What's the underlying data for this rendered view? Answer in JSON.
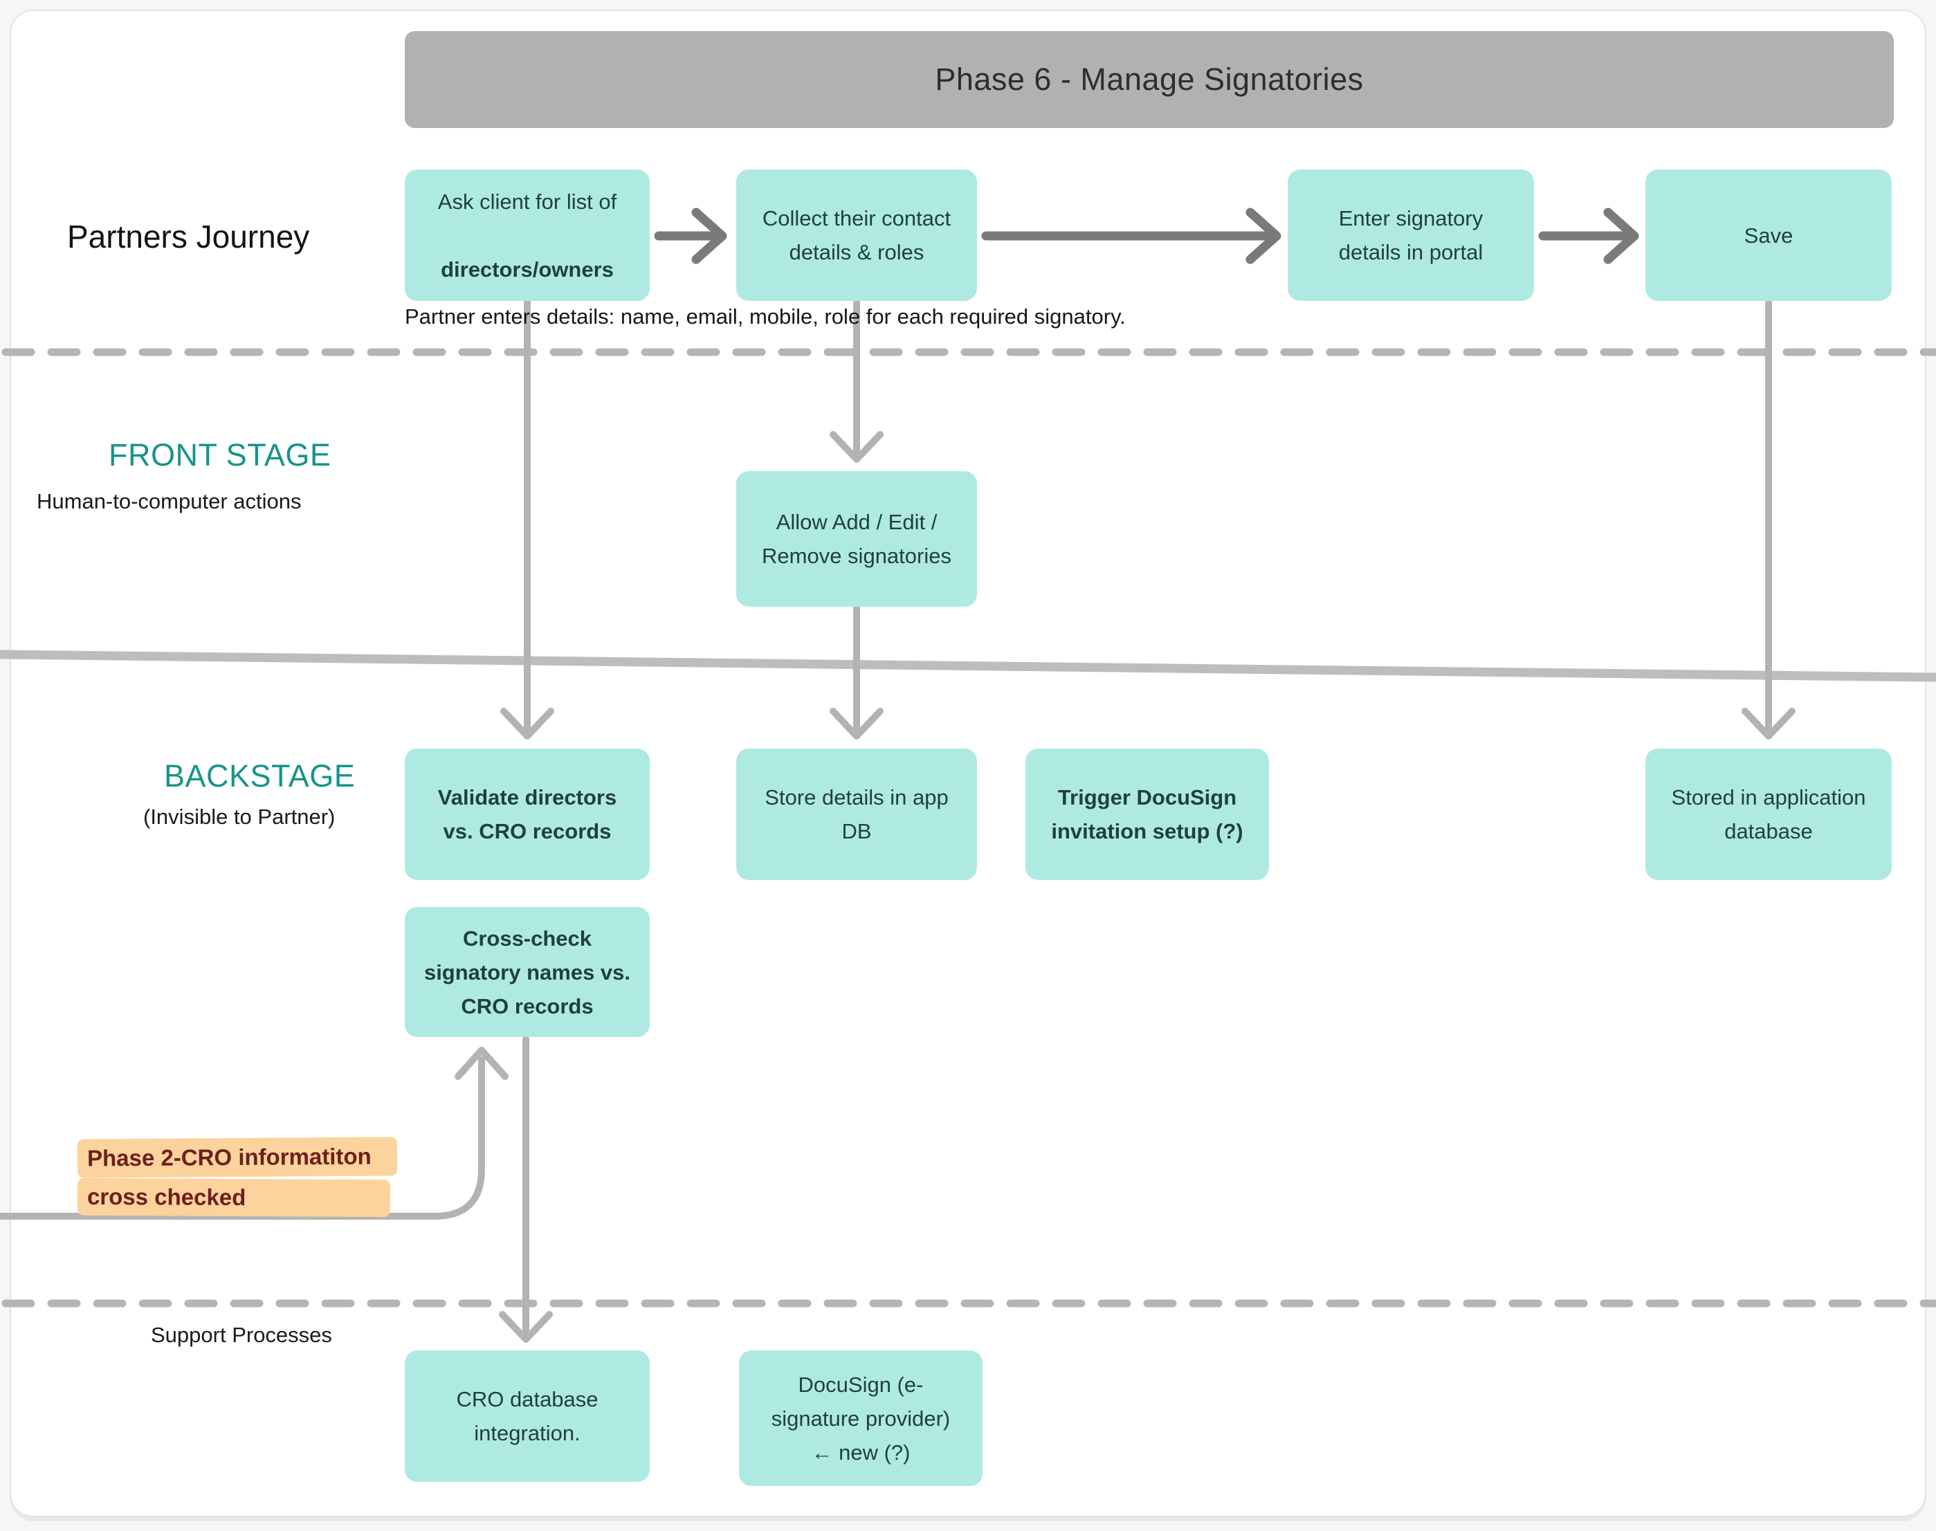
{
  "header": {
    "title": "Phase 6 -  Manage Signatories"
  },
  "lanes": {
    "partners_journey": {
      "label": "Partners Journey",
      "caption": "Partner enters details: name, email, mobile, role for each required signatory."
    },
    "front_stage": {
      "title": "FRONT STAGE",
      "subtitle": "Human-to-computer actions"
    },
    "backstage": {
      "title": "BACKSTAGE",
      "subtitle": "(Invisible to Partner)"
    },
    "support": {
      "title": "Support Processes"
    }
  },
  "nodes": {
    "ask_client": {
      "line1": "Ask client for list of",
      "line2_bold": "directors/owners"
    },
    "collect_contact": {
      "label": "Collect their contact\ndetails & roles"
    },
    "enter_signatory": {
      "label": "Enter signatory\ndetails in portal"
    },
    "save": {
      "label": "Save"
    },
    "allow_manage": {
      "label": "Allow Add / Edit /\nRemove signatories"
    },
    "validate_directors": {
      "label": "Validate directors\nvs. CRO records"
    },
    "store_details": {
      "label": "Store details in app\nDB"
    },
    "trigger_docusign": {
      "label": "Trigger DocuSign\ninvitation setup (?)"
    },
    "stored_database": {
      "label": "Stored in application\ndatabase"
    },
    "cross_check": {
      "label": "Cross-check\nsignatory names vs.\nCRO records"
    },
    "cro_integration": {
      "label": "CRO database\nintegration."
    },
    "docusign_provider": {
      "label": "DocuSign (e-\nsignature provider)\n← new  (?)"
    }
  },
  "note": {
    "line1": "Phase 2-CRO informatiton",
    "line2": "cross checked"
  },
  "colors": {
    "node_fill": "#afeae2",
    "node_text": "#20403d",
    "lane_heading_teal": "#17948a",
    "header_fill": "#b1b1b1",
    "connector_light": "#b3b3b3",
    "connector_dark": "#7a7a7a",
    "note_fill": "#fcd39c",
    "note_text": "#6d1f1c"
  }
}
